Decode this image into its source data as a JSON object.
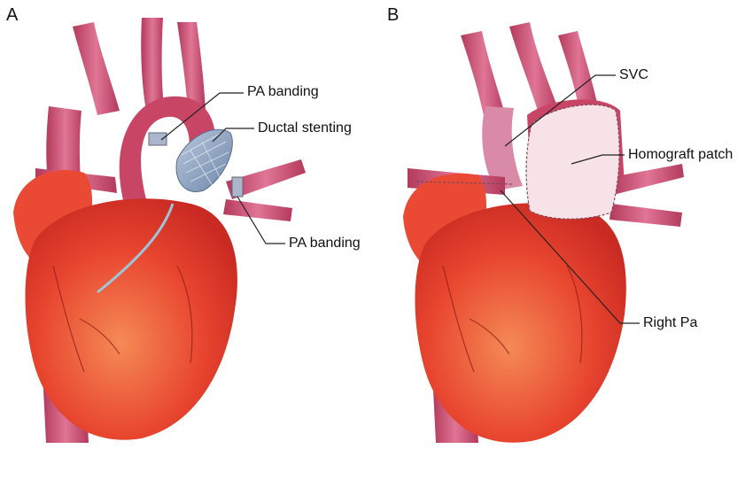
{
  "panels": [
    {
      "letter": "A",
      "labels": {
        "pa_banding_top": "PA banding",
        "ductal_stenting": "Ductal stenting",
        "pa_banding_right": "PA banding"
      }
    },
    {
      "letter": "B",
      "labels": {
        "svc": "SVC",
        "homograft_patch": "Homograft patch",
        "right_pa": "Right Pa"
      }
    }
  ],
  "colors": {
    "heart": "#e8402e",
    "heart_light": "#f37a4c",
    "vessel": "#c9476a",
    "vessel_light": "#e07595",
    "stent": "#8fa6c4",
    "patch": "#f6dde3",
    "leader": "#222222"
  }
}
